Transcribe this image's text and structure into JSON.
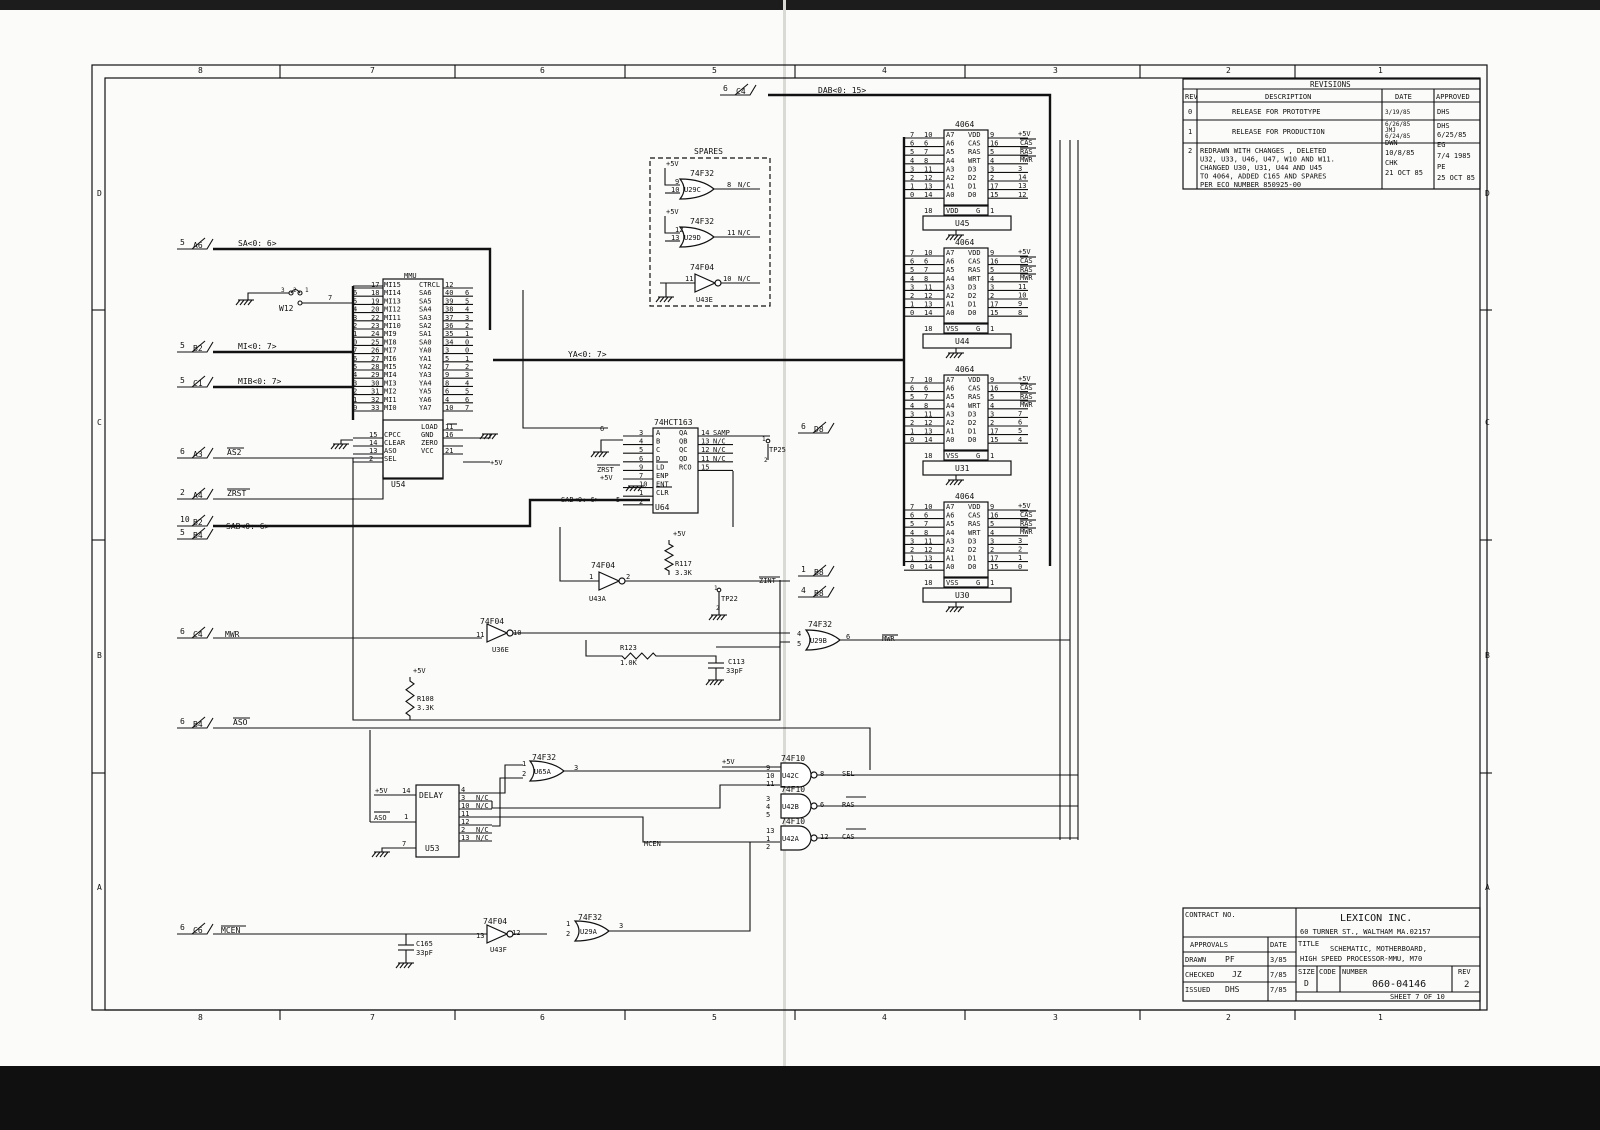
{
  "frame": {
    "zones_top": [
      "8",
      "7",
      "6",
      "5",
      "4",
      "3",
      "2",
      "1"
    ],
    "zones_bottom": [
      "8",
      "7",
      "6",
      "5",
      "4",
      "3",
      "2",
      "1"
    ],
    "zones_left": [
      "D",
      "C",
      "B",
      "A"
    ],
    "zones_right": [
      "D",
      "C",
      "B",
      "A"
    ]
  },
  "revisions": {
    "title": "REVISIONS",
    "headers": [
      "REV",
      "DESCRIPTION",
      "DATE",
      "APPROVED"
    ],
    "rows": [
      {
        "rev": "0",
        "lines": [
          "RELEASE FOR PROTOTYPE"
        ],
        "date": [
          "3/19/85"
        ],
        "approved": [
          "DHS"
        ]
      },
      {
        "rev": "1",
        "lines": [
          "RELEASE FOR PRODUCTION"
        ],
        "date": [
          "6/26/85",
          "JMJ",
          "6/24/85"
        ],
        "approved": [
          "DHS",
          "6/25/85"
        ]
      },
      {
        "rev": "2",
        "lines": [
          "REDRAWN WITH CHANGES , DELETED",
          "U32, U33, U46, U47, W10 AND W11.",
          "CHANGED U30, U31, U44 AND U45",
          "TO 4064, ADDED C165 AND SPARES",
          "PER ECO NUMBER 850925-00"
        ],
        "date": [
          "DWN",
          "10/8/85",
          "CHK",
          "21 OCT 85"
        ],
        "approved": [
          "EG",
          "7/4 1985",
          "PE",
          "25 OCT 85"
        ]
      }
    ]
  },
  "title_block": {
    "contract_label": "CONTRACT NO.",
    "company": "LEXICON INC.",
    "address": "60 TURNER ST., WALTHAM MA.02157",
    "approvals_label": "APPROVALS",
    "date_label": "DATE",
    "title_label": "TITLE",
    "title_lines": [
      "SCHEMATIC, MOTHERBOARD,",
      "HIGH SPEED PROCESSOR-MMU, M70"
    ],
    "drawn_label": "DRAWN",
    "drawn_by": "PF",
    "drawn_date": "3/85",
    "checked_label": "CHECKED",
    "checked_by": "JZ",
    "checked_date": "7/85",
    "issued_label": "ISSUED",
    "issued_by": "DHS",
    "issued_date": "7/85",
    "size_label": "SIZE",
    "size": "D",
    "code_label": "CODE",
    "number_label": "NUMBER",
    "number": "060-04146",
    "rev_label": "REV",
    "rev": "2",
    "sheet": "SHEET 7 OF 10"
  },
  "ports": [
    {
      "ref": "6 C4",
      "signal": "DAB<0: 15>"
    },
    {
      "ref": "5 A6",
      "signal": "SA<0: 6>"
    },
    {
      "ref": "5 B2",
      "signal": "MI<0: 7>"
    },
    {
      "ref": "5 C1",
      "signal": "MIB<0: 7>"
    },
    {
      "ref": "6 A3",
      "signal": "AS2"
    },
    {
      "ref": "2 A4",
      "signal": "ZRST"
    },
    {
      "ref": "10 B2",
      "signal": "SAB<0: 6>"
    },
    {
      "ref": "5 B4",
      "signal": ""
    },
    {
      "ref": "6 C4",
      "signal": "MWR"
    },
    {
      "ref": "6 B4",
      "signal": "ASO"
    },
    {
      "ref": "6 C6",
      "signal": "MCEN"
    },
    {
      "ref": "6 D8",
      "signal": "SAMP"
    },
    {
      "ref": "1 B8",
      "signal": "ZINT"
    },
    {
      "ref": "4 B8",
      "signal": ""
    }
  ],
  "spares": {
    "title": "SPARES",
    "gates": [
      {
        "part": "74F32",
        "ref": "U29C",
        "pins": [
          "9",
          "10",
          "8"
        ],
        "out": "N/C",
        "supply": "+5V"
      },
      {
        "part": "74F32",
        "ref": "U29D",
        "pins": [
          "12",
          "13",
          "11"
        ],
        "out": "N/C",
        "supply": "+5V"
      },
      {
        "part": "74F04",
        "ref": "U43E",
        "pins": [
          "11",
          "10"
        ],
        "out": "N/C"
      }
    ]
  },
  "mmu": {
    "title": "MMU",
    "ref": "U54",
    "left_pins": [
      {
        "n": "17",
        "name": "MI15",
        "bit": ""
      },
      {
        "n": "18",
        "name": "MI14",
        "bit": "6"
      },
      {
        "n": "19",
        "name": "MI13",
        "bit": "5"
      },
      {
        "n": "20",
        "name": "MI12",
        "bit": "4"
      },
      {
        "n": "22",
        "name": "MI11",
        "bit": "3"
      },
      {
        "n": "23",
        "name": "MI10",
        "bit": "2"
      },
      {
        "n": "24",
        "name": "MI9",
        "bit": "1"
      },
      {
        "n": "25",
        "name": "MI8",
        "bit": "0"
      },
      {
        "n": "26",
        "name": "MI7",
        "bit": "7"
      },
      {
        "n": "27",
        "name": "MI6",
        "bit": "6"
      },
      {
        "n": "28",
        "name": "MI5",
        "bit": "5"
      },
      {
        "n": "29",
        "name": "MI4",
        "bit": "4"
      },
      {
        "n": "30",
        "name": "MI3",
        "bit": "3"
      },
      {
        "n": "31",
        "name": "MI2",
        "bit": "2"
      },
      {
        "n": "32",
        "name": "MI1",
        "bit": "1"
      },
      {
        "n": "33",
        "name": "MI0",
        "bit": "0"
      }
    ],
    "right_pins": [
      {
        "n": "12",
        "name": "CTRCL",
        "bit": ""
      },
      {
        "n": "40",
        "name": "SA6",
        "bit": "6"
      },
      {
        "n": "39",
        "name": "SA5",
        "bit": "5"
      },
      {
        "n": "38",
        "name": "SA4",
        "bit": "4"
      },
      {
        "n": "37",
        "name": "SA3",
        "bit": "3"
      },
      {
        "n": "36",
        "name": "SA2",
        "bit": "2"
      },
      {
        "n": "35",
        "name": "SA1",
        "bit": "1"
      },
      {
        "n": "34",
        "name": "SA0",
        "bit": "0"
      },
      {
        "n": "3",
        "name": "YA0",
        "bit": "0"
      },
      {
        "n": "5",
        "name": "YA1",
        "bit": "1"
      },
      {
        "n": "7",
        "name": "YA2",
        "bit": "2"
      },
      {
        "n": "9",
        "name": "YA3",
        "bit": "3"
      },
      {
        "n": "8",
        "name": "YA4",
        "bit": "4"
      },
      {
        "n": "6",
        "name": "YA5",
        "bit": "5"
      },
      {
        "n": "4",
        "name": "YA6",
        "bit": "6"
      },
      {
        "n": "10",
        "name": "YA7",
        "bit": "7"
      }
    ],
    "ctrl_left": [
      {
        "n": "15",
        "name": "CPCC"
      },
      {
        "n": "14",
        "name": "CLEAR"
      },
      {
        "n": "13",
        "name": "ASO"
      },
      {
        "n": "2",
        "name": "SEL"
      }
    ],
    "ctrl_right": [
      {
        "n": "11",
        "name": "LOAD"
      },
      {
        "n": "16",
        "name": "GND"
      },
      {
        "n": "",
        "name": "ZERO"
      },
      {
        "n": "21",
        "name": "VCC"
      }
    ],
    "vcc": "+5V",
    "w12": {
      "ref": "W12",
      "pins": [
        "3",
        "2",
        "1"
      ],
      "wire_pin": "7"
    }
  },
  "counter": {
    "part": "74HCT163",
    "ref": "U64",
    "left": [
      {
        "n": "3",
        "name": "A",
        "bit": "6"
      },
      {
        "n": "4",
        "name": "B",
        "bit": ""
      },
      {
        "n": "5",
        "name": "C",
        "bit": ""
      },
      {
        "n": "6",
        "name": "D",
        "bit": ""
      },
      {
        "n": "9",
        "name": "LD",
        "bit": ""
      },
      {
        "n": "7",
        "name": "ENP",
        "bit": ""
      },
      {
        "n": "10",
        "name": "ENT",
        "bit": ""
      },
      {
        "n": "1",
        "name": "CLR",
        "bit": ""
      },
      {
        "n": "2",
        "name": "",
        "bit": ""
      }
    ],
    "right": [
      {
        "n": "14",
        "name": "QA",
        "sig": "SAMP"
      },
      {
        "n": "13",
        "name": "QB",
        "sig": "N/C"
      },
      {
        "n": "12",
        "name": "QC",
        "sig": "N/C"
      },
      {
        "n": "11",
        "name": "QD",
        "sig": "N/C"
      },
      {
        "n": "15",
        "name": "RCO",
        "sig": ""
      }
    ],
    "zrst": "ZRST",
    "plus5": "+5V",
    "sab": "SAB<0: 6>",
    "sab_pin": "5",
    "tp": "TP25",
    "tp_pins": [
      "1",
      "2"
    ]
  },
  "ya_bus": "YA<0: 7>",
  "rams": [
    {
      "part": "4064",
      "ref": "U45",
      "bits": [
        "7",
        "6",
        "5",
        "4",
        "3",
        "2",
        "1",
        "0"
      ],
      "pins": [
        "10",
        "6",
        "7",
        "8",
        "11",
        "12",
        "13",
        "14"
      ],
      "data": [
        "3",
        "14",
        "13",
        "12"
      ],
      "vss": "VDD"
    },
    {
      "part": "4064",
      "ref": "U44",
      "bits": [
        "7",
        "6",
        "5",
        "4",
        "3",
        "2",
        "1",
        "0"
      ],
      "pins": [
        "10",
        "6",
        "7",
        "8",
        "11",
        "12",
        "13",
        "14"
      ],
      "data": [
        "11",
        "10",
        "9",
        "8"
      ],
      "vss": "VSS"
    },
    {
      "part": "4064",
      "ref": "U31",
      "bits": [
        "7",
        "6",
        "5",
        "4",
        "3",
        "2",
        "1",
        "0"
      ],
      "pins": [
        "10",
        "6",
        "7",
        "8",
        "11",
        "12",
        "13",
        "14"
      ],
      "data": [
        "7",
        "6",
        "5",
        "4"
      ],
      "vss": "VSS"
    },
    {
      "part": "4064",
      "ref": "U30",
      "bits": [
        "7",
        "6",
        "5",
        "4",
        "3",
        "2",
        "1",
        "0"
      ],
      "pins": [
        "10",
        "6",
        "7",
        "8",
        "11",
        "12",
        "13",
        "14"
      ],
      "data": [
        "3",
        "2",
        "1",
        "0"
      ],
      "vss": "VSS"
    }
  ],
  "ram_pin_names": {
    "left": [
      "A7",
      "A6",
      "A5",
      "A4",
      "A3",
      "A2",
      "A1",
      "A0"
    ],
    "right": [
      "VDD",
      "CAS",
      "RAS",
      "WRT",
      "D3",
      "D2",
      "D1",
      "D0"
    ],
    "right_nums": [
      "9",
      "16",
      "5",
      "4",
      "3",
      "2",
      "17",
      "15"
    ],
    "power": "+5V",
    "cas": "CAS",
    "ras": "RAS",
    "mwr": "MWR",
    "g_pin": "1",
    "vss_pin": "18",
    "g_name": "G"
  },
  "ramps": {
    "inverter_a": {
      "part": "74F04",
      "ref": "U43A",
      "pins": [
        "1",
        "2"
      ]
    },
    "r117": {
      "ref": "R117",
      "value": "3.3K",
      "supply": "+5V"
    },
    "tp22": {
      "ref": "TP22",
      "pins": [
        "1",
        "2"
      ]
    },
    "zint": "ZINT",
    "mwr_inv": {
      "part": "74F04",
      "ref": "U36E",
      "pins": [
        "11",
        "10"
      ]
    },
    "r123": {
      "ref": "R123",
      "value": "1.0K"
    },
    "c113": {
      "ref": "C113",
      "value": "33pF"
    },
    "or_mwr": {
      "part": "74F32",
      "ref": "U29B",
      "pins": [
        "4",
        "5",
        "6"
      ],
      "out": "MWR"
    },
    "r108": {
      "ref": "R108",
      "value": "3.3K",
      "supply": "+5V"
    },
    "aso": "ASO",
    "delay": {
      "label": "DELAY",
      "ref": "U53",
      "in_pin": "1",
      "vcc_pin": "14",
      "gnd_pin": "7",
      "outs": [
        {
          "n": "4",
          "t": ""
        },
        {
          "n": "3",
          "t": "N/C"
        },
        {
          "n": "10",
          "t": "N/C"
        },
        {
          "n": "11",
          "t": ""
        },
        {
          "n": "12",
          "t": ""
        },
        {
          "n": "2",
          "t": "N/C"
        },
        {
          "n": "13",
          "t": "N/C"
        }
      ],
      "supply": "+5V",
      "in_sig": "ASO"
    },
    "or_u65": {
      "part": "74F32",
      "ref": "U65A",
      "pins": [
        "1",
        "2",
        "3"
      ]
    },
    "nand_sel": {
      "part": "74F10",
      "ref": "U42C",
      "pins": [
        "9",
        "10",
        "11",
        "8"
      ],
      "out": "SEL",
      "supply": "+5V"
    },
    "nand_ras": {
      "part": "74F10",
      "ref": "U42B",
      "pins": [
        "3",
        "4",
        "5",
        "6"
      ],
      "out": "RAS"
    },
    "nand_cas": {
      "part": "74F10",
      "ref": "U42A",
      "pins": [
        "13",
        "1",
        "2",
        "12"
      ],
      "out": "CAS"
    },
    "mcen": "MCEN",
    "inv_f": {
      "part": "74F04",
      "ref": "U43F",
      "pins": [
        "13",
        "12"
      ]
    },
    "or_u29a": {
      "part": "74F32",
      "ref": "U29A",
      "pins": [
        "1",
        "2",
        "3"
      ]
    },
    "c165": {
      "ref": "C165",
      "value": "33pF"
    }
  }
}
